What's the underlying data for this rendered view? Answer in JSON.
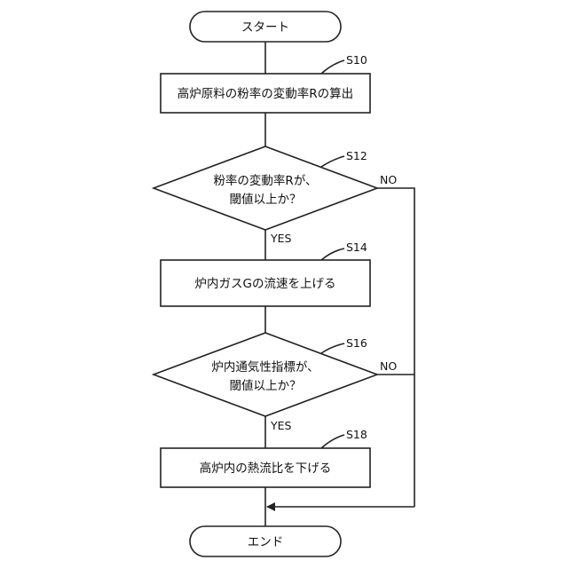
{
  "flowchart": {
    "start": {
      "label": "スタート"
    },
    "end": {
      "label": "エンド"
    },
    "steps": [
      {
        "id": "S10",
        "label": "高炉原料の粉率の変動率Rの算出"
      },
      {
        "id": "S12",
        "lines": [
          "粉率の変動率Rが、",
          "閾値以上か？"
        ],
        "yes_label": "YES",
        "no_label": "NO"
      },
      {
        "id": "S14",
        "label": "炉内ガスGの流速を上げる"
      },
      {
        "id": "S16",
        "lines": [
          "炉内通気性指標が、",
          "閾値以上か？"
        ],
        "yes_label": "YES",
        "no_label": "NO"
      },
      {
        "id": "S18",
        "label": "高炉内の熱流比を下げる"
      }
    ]
  }
}
